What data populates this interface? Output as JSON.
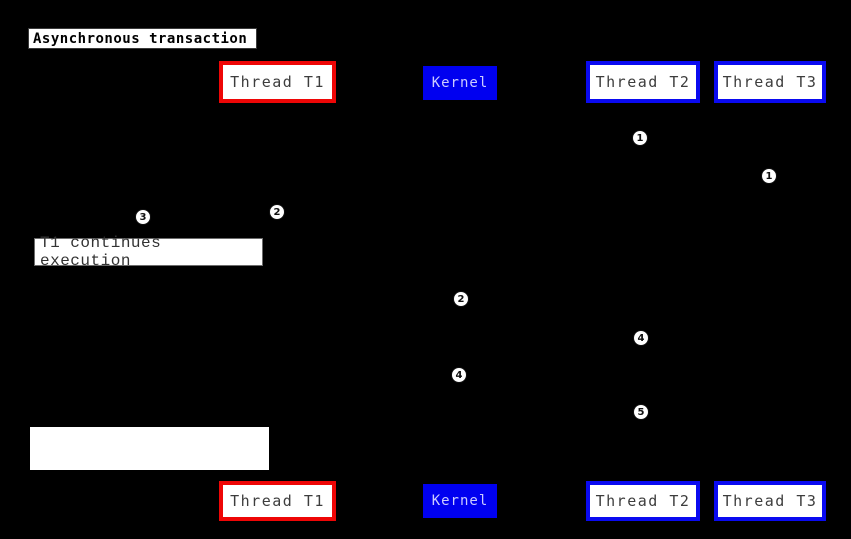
{
  "diagram": {
    "title": "Asynchronous transaction",
    "type": "sequence-diagram",
    "background_color": "#000000"
  },
  "participants": [
    {
      "label": "Thread T1",
      "style": "red-border",
      "border_color": "#ee0606",
      "fill": "#ffffff",
      "text_color": "#3d3d3d"
    },
    {
      "label": "Kernel",
      "style": "blue-fill",
      "border_color": "#0000f0",
      "fill": "#0000f0",
      "text_color": "#ccccff"
    },
    {
      "label": "Thread T2",
      "style": "blue-border",
      "border_color": "#0a0af0",
      "fill": "#ffffff",
      "text_color": "#3d3d3d"
    },
    {
      "label": "Thread T3",
      "style": "blue-border",
      "border_color": "#0a0af0",
      "fill": "#ffffff",
      "text_color": "#3d3d3d"
    }
  ],
  "markers": [
    {
      "num": "1",
      "near": "thread-t2-lifeline"
    },
    {
      "num": "1",
      "near": "thread-t3-lifeline"
    },
    {
      "num": "2",
      "near": "thread-t1-lifeline"
    },
    {
      "num": "3",
      "near": "thread-t1-lifeline"
    },
    {
      "num": "2",
      "near": "kernel-lifeline"
    },
    {
      "num": "4",
      "near": "thread-t2-lifeline"
    },
    {
      "num": "4",
      "near": "kernel-lifeline"
    },
    {
      "num": "5",
      "near": "thread-t2-lifeline"
    }
  ],
  "notes": [
    {
      "text": "T1 continues execution"
    },
    {
      "text": ""
    }
  ]
}
